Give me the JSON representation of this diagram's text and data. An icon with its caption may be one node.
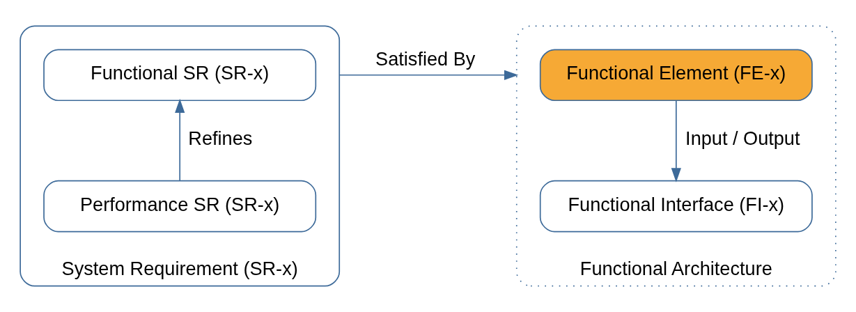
{
  "diagram": {
    "nodes": [
      {
        "text": [
          "System Requirement (SR-x)"
        ]
      },
      {
        "text": [
          "Functional SR (SR-x)"
        ],
        "in": 0
      },
      {
        "text": [
          "Performance SR (SR-x)"
        ],
        "in": 0
      },
      {
        "text": [
          "Functional Architecture"
        ]
      },
      {
        "text": [
          "Functional Element (FE-x)"
        ],
        "in": 3
      },
      {
        "text": [
          "Functional Interface (FI-x)"
        ],
        "in": 3
      }
    ],
    "edges": [
      {
        "from": 2,
        "to": 1,
        "arrow": "to",
        "label": "Refines"
      },
      {
        "from": 0,
        "to": 3,
        "arrow": "to",
        "label": "Satisfied By"
      },
      {
        "from": 4,
        "to": 5,
        "arrow": "to",
        "label": "Input / Output"
      }
    ]
  }
}
